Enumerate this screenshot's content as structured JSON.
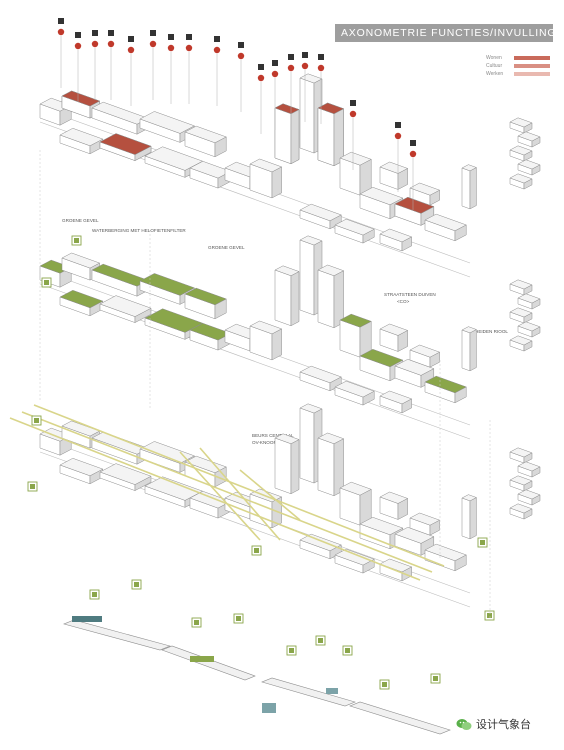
{
  "header": {
    "title": "AXONOMETRIE FUNCTIES/INVULLING"
  },
  "legend": [
    {
      "label": "Wonen",
      "color": "#c96a5b"
    },
    {
      "label": "Cultuur",
      "color": "#d98f83"
    },
    {
      "label": "Werken",
      "color": "#e9b9b0"
    }
  ],
  "annotations": {
    "groene_gevel_1": "GROENE GEVEL",
    "waterberging": "WATERBERGING MET HELOFIETENFILTER",
    "groene_gevel_2": "GROENE GEVEL",
    "straatsteen": "STRAATSTEEN DUIVEN",
    "straatsteen_2": "<CO>",
    "gescheiden": "GESCHEIDEN RIOOL",
    "beurs_1": "BEURS CENTRAAL",
    "beurs_2": "OV-KNOOPPUNT"
  },
  "watermark": {
    "text": "设计气象台"
  },
  "colors": {
    "building": "#ffffff",
    "outline": "#8c8c8c",
    "shade": "#d9d9d9",
    "function": "#b5503f",
    "green": "#8aa64a",
    "yellow": "#d9d58a"
  },
  "icons": [
    "window-icon",
    "circle-marker-icon",
    "green-square-icon"
  ]
}
